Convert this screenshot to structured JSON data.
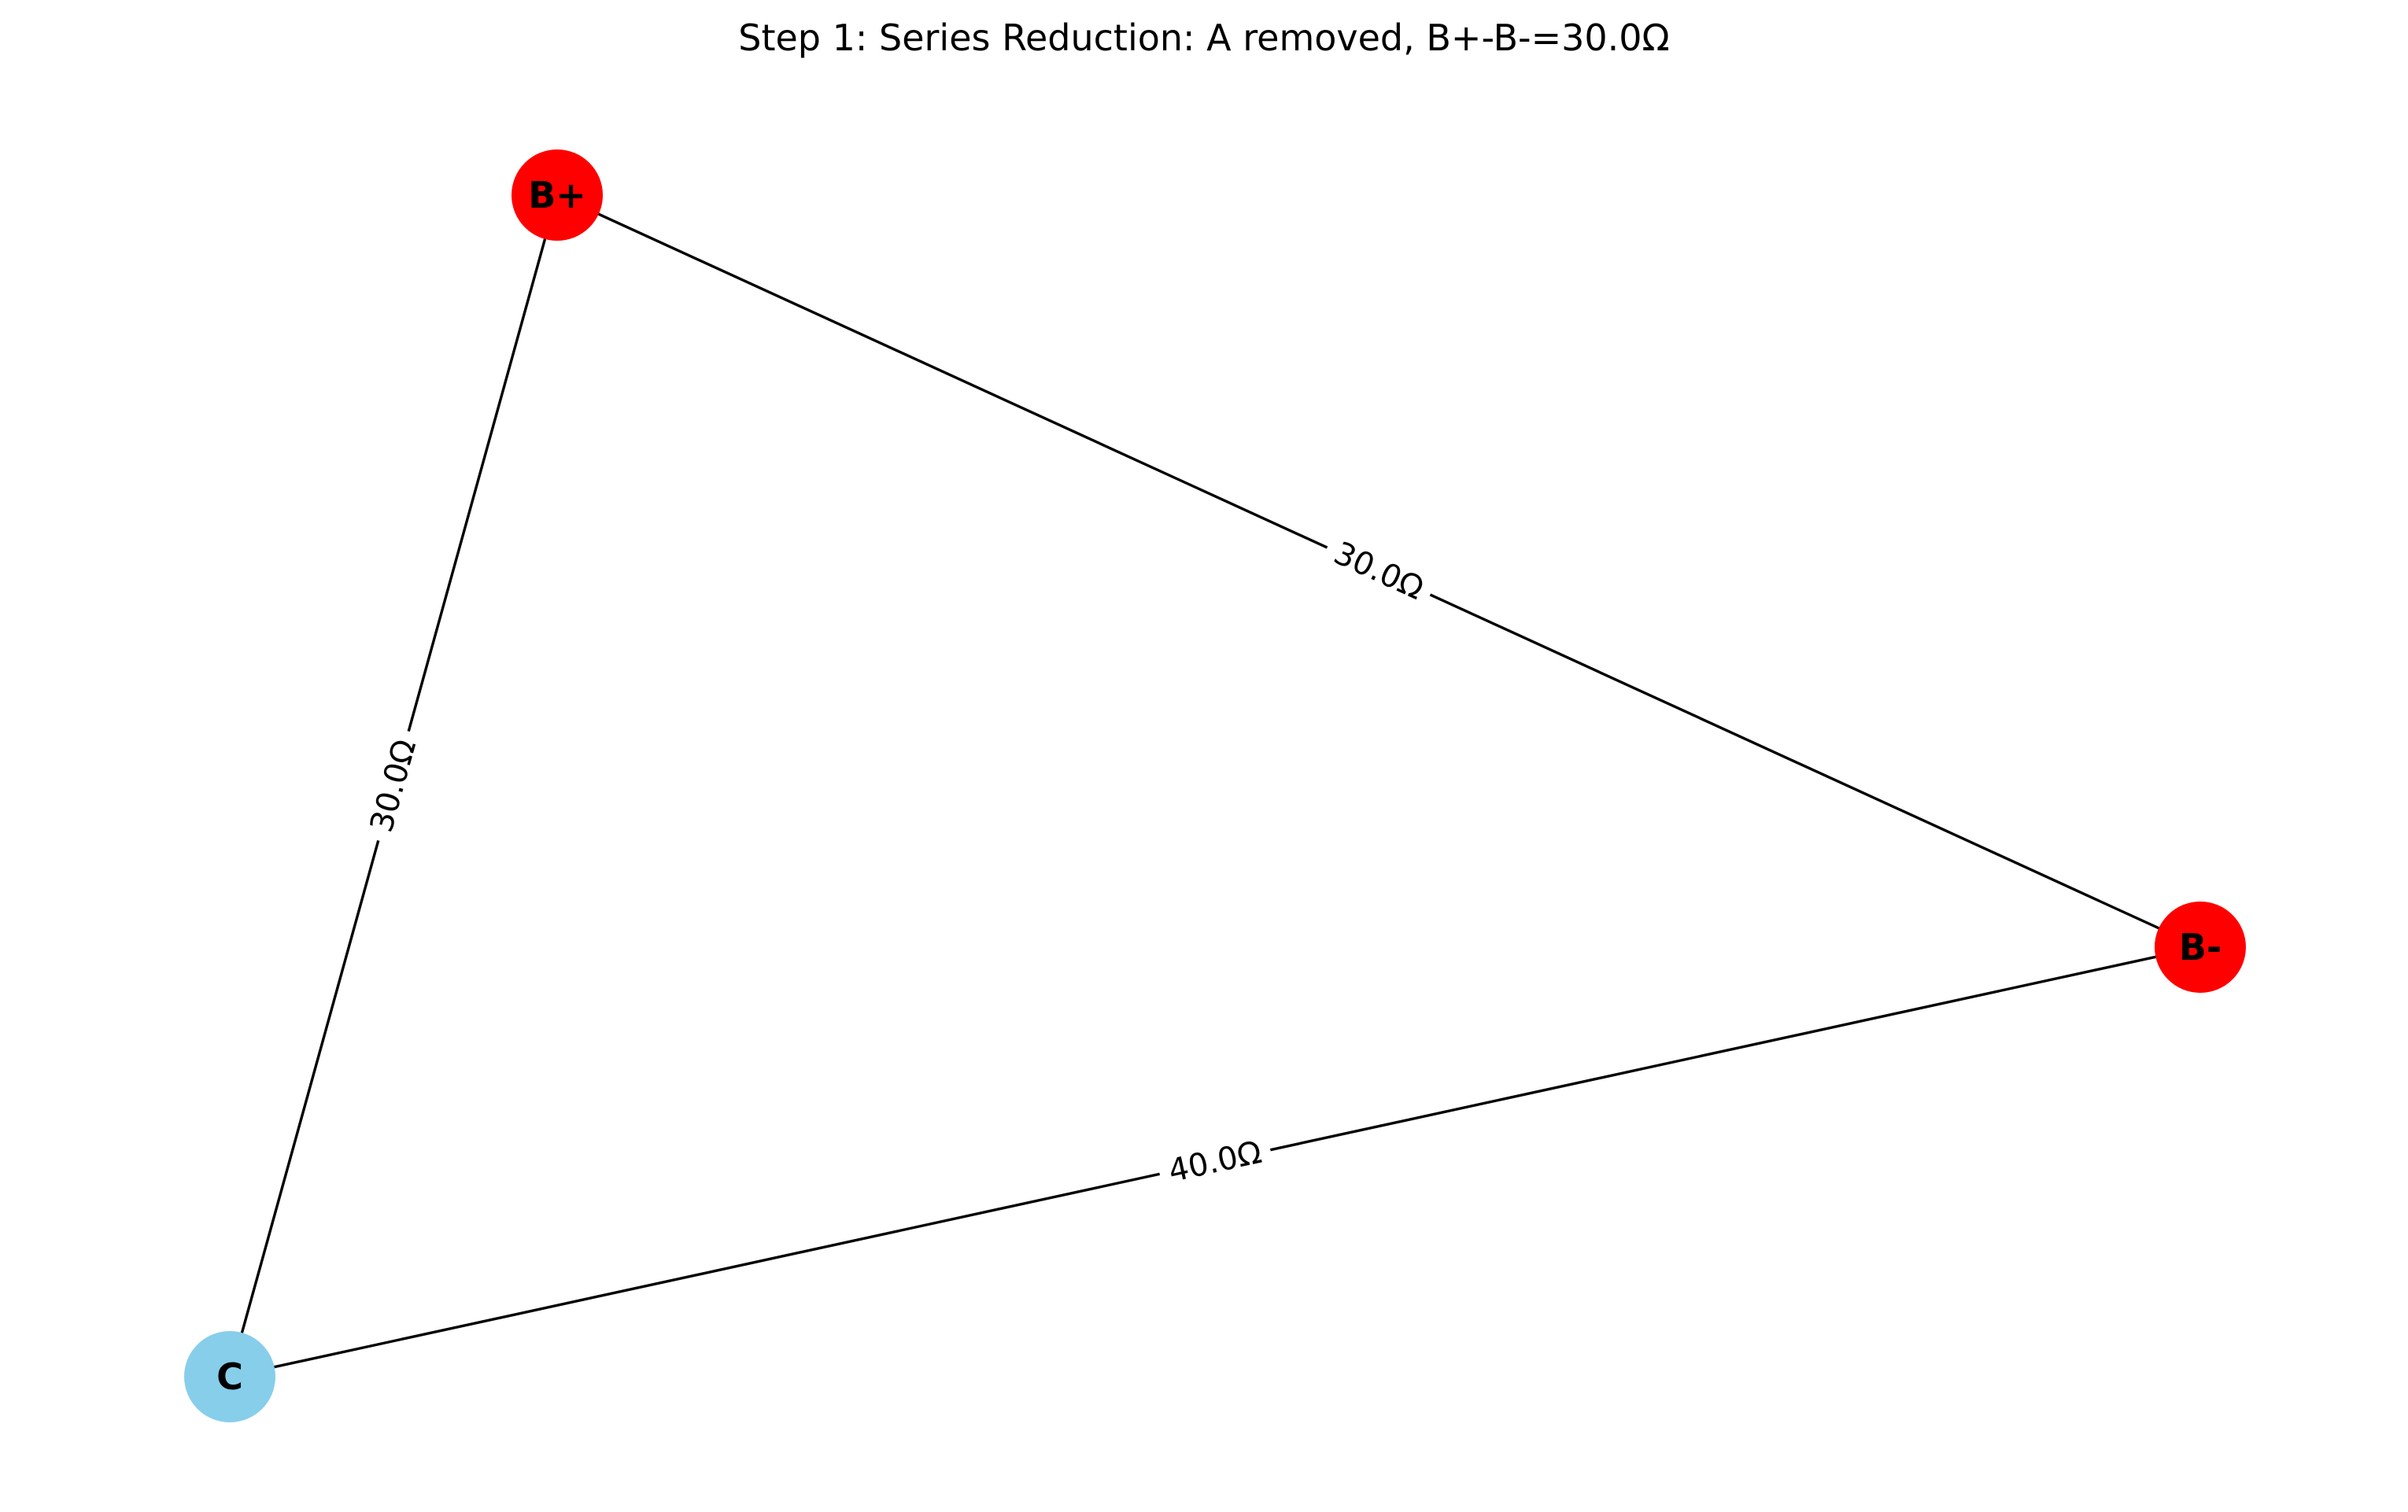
{
  "diagram": {
    "title": "Step 1: Series Reduction: A removed, B+-B-=30.0Ω",
    "colors": {
      "terminal": "#ff0000",
      "internal": "#87ceeb",
      "edge": "#000000"
    },
    "nodes": [
      {
        "id": "B+",
        "label": "B+",
        "kind": "terminal"
      },
      {
        "id": "B-",
        "label": "B-",
        "kind": "terminal"
      },
      {
        "id": "C",
        "label": "C",
        "kind": "internal"
      }
    ],
    "edges": [
      {
        "id": "bplus-bminus",
        "from": "B+",
        "to": "B-",
        "label": "30.0Ω"
      },
      {
        "id": "bplus-c",
        "from": "B+",
        "to": "C",
        "label": "30.0Ω"
      },
      {
        "id": "c-bminus",
        "from": "C",
        "to": "B-",
        "label": "40.0Ω"
      }
    ]
  }
}
